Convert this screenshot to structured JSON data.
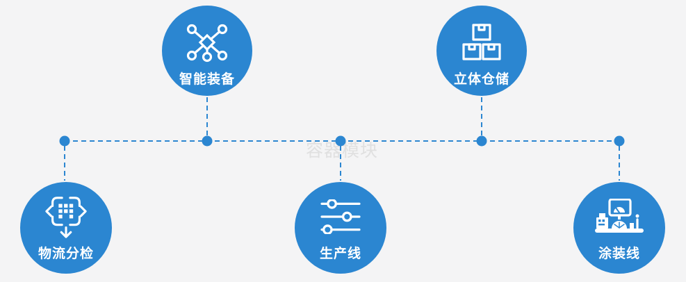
{
  "watermark": "容器模块",
  "colors": {
    "accent": "#2b86d1",
    "bg": "#f4f4f5",
    "watermark": "#e0e0e0",
    "icon": "#ffffff"
  },
  "nodes": [
    {
      "id": "smart-equipment",
      "label": "智能装备",
      "icon": "network-nodes-icon"
    },
    {
      "id": "warehouse",
      "label": "立体仓储",
      "icon": "stacked-boxes-icon"
    },
    {
      "id": "logistics-sorting",
      "label": "物流分检",
      "icon": "sorting-arrows-icon"
    },
    {
      "id": "production-line",
      "label": "生产线",
      "icon": "sliders-icon"
    },
    {
      "id": "painting-line",
      "label": "涂装线",
      "icon": "paint-station-icon"
    }
  ]
}
